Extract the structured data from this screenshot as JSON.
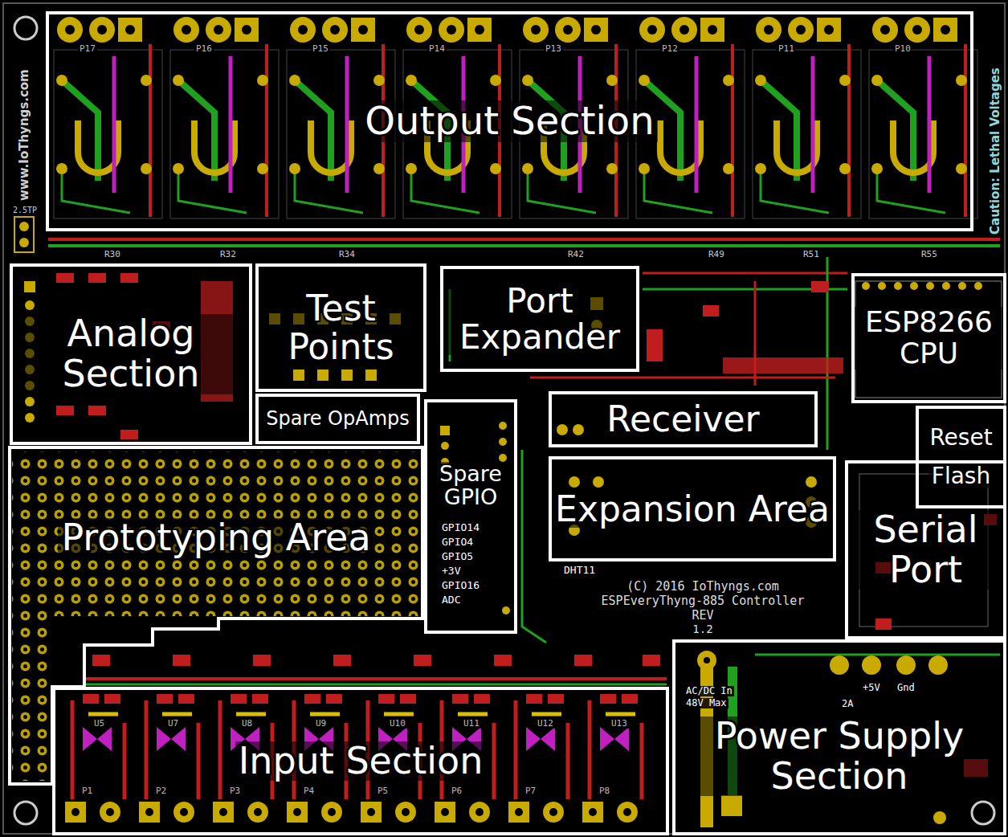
{
  "diagram": {
    "nodes": [
      {
        "text": [
          "Output Section"
        ]
      },
      {
        "text": [
          "Analog Section"
        ]
      },
      {
        "text": [
          "Test Points"
        ]
      },
      {
        "text": [
          "Port Expander"
        ]
      },
      {
        "text": [
          "ESP8266 CPU"
        ]
      },
      {
        "text": [
          "Spare OpAmps"
        ]
      },
      {
        "text": [
          "Spare GPIO"
        ]
      },
      {
        "text": [
          "Receiver"
        ]
      },
      {
        "text": [
          "Reset",
          "Flash"
        ]
      },
      {
        "text": [
          "Expansion Area"
        ]
      },
      {
        "text": [
          "Prototyping Area"
        ]
      },
      {
        "text": [
          "Serial Port"
        ]
      },
      {
        "text": [
          "Input Section"
        ]
      },
      {
        "text": [
          "Power Supply Section"
        ]
      }
    ],
    "labels": [
      "www.IoThyngs.com",
      "Caution: Lethal Voltages",
      "P17",
      "P16",
      "P15",
      "P14",
      "P13",
      "P12",
      "P11",
      "P10",
      "2.5TP",
      "R30",
      "R32",
      "R34",
      "R42",
      "R49",
      "R51",
      "R55",
      "GPIO14",
      "GPIO4",
      "GPIO5",
      "+3V",
      "GPIO16",
      "ADC",
      "DHT11",
      "(C) 2016 IoThyngs.com",
      "ESPEveryThyng-885 Controller",
      "REV",
      "1.2",
      "AC/DC In",
      "48V Max",
      "2A",
      "+5V",
      "Gnd",
      "U5",
      "U7",
      "U8",
      "U9",
      "U10",
      "U11",
      "U12",
      "U13",
      "P1",
      "P2",
      "P3",
      "P4",
      "P5",
      "P6",
      "P7",
      "P8"
    ]
  }
}
